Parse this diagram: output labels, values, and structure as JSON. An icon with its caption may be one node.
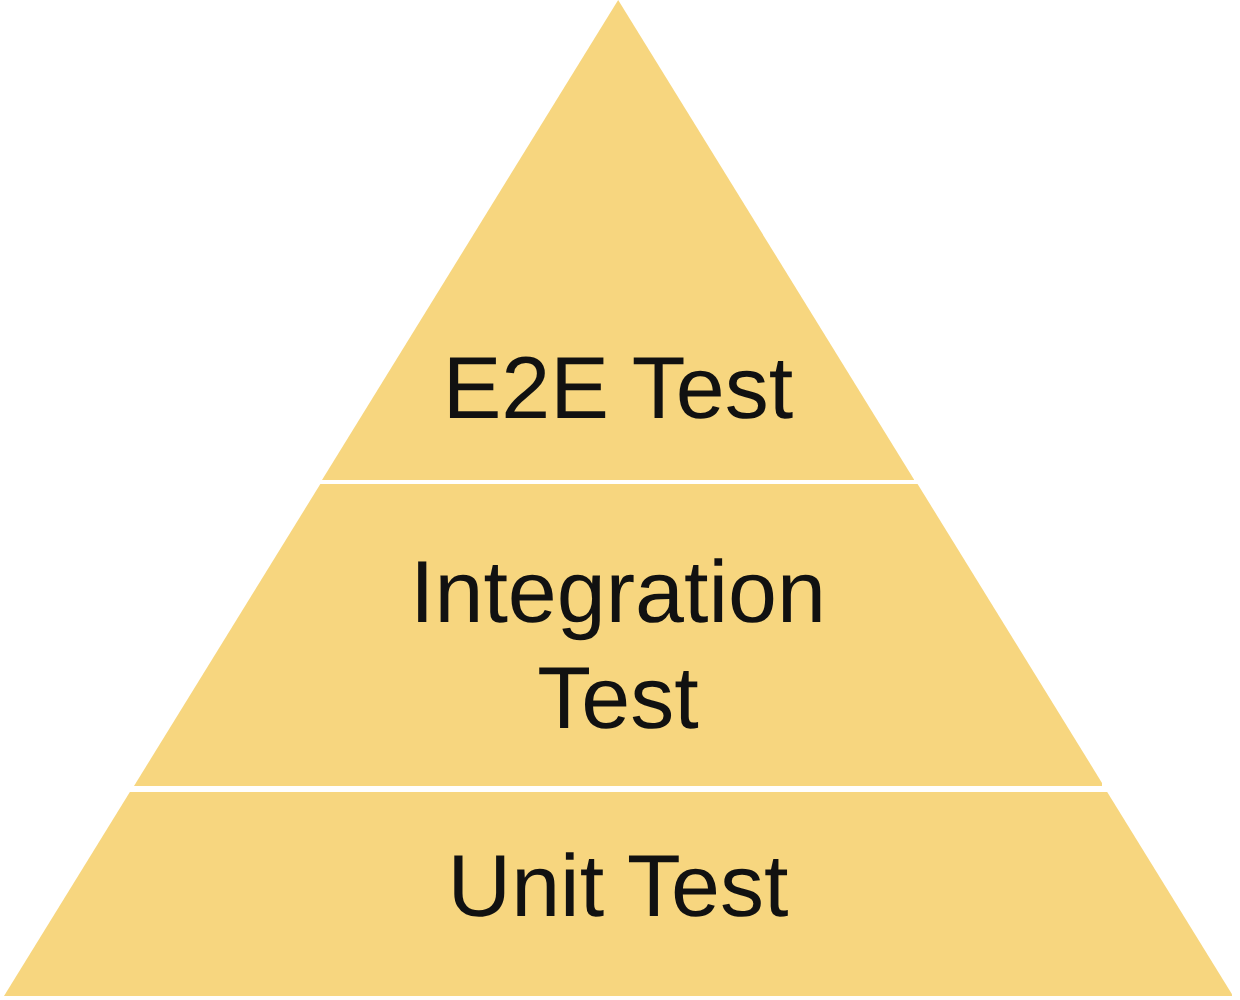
{
  "diagram": {
    "nodes": [
      {
        "text": [
          "E2E Test"
        ]
      },
      {
        "text": [
          "Integration Test"
        ]
      },
      {
        "text": [
          "Unit Test"
        ]
      }
    ]
  }
}
